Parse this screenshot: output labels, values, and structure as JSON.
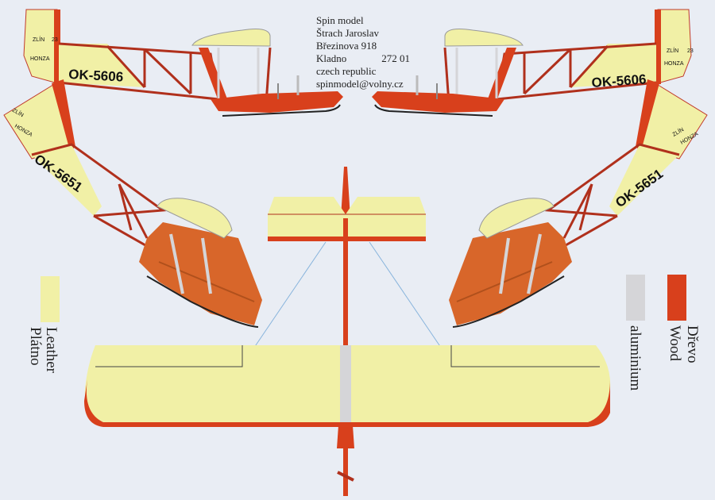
{
  "address": {
    "company": "Spin model",
    "name": "Štrach Jaroslav",
    "street": "Březinova 918",
    "city": "Kladno",
    "postcode": "272 01",
    "country": "czech republic",
    "email": "spinmodel@volny.cz"
  },
  "registrations": {
    "upper": "OK-5606",
    "lower": "OK-5651"
  },
  "tail_marking": {
    "type": "ZLÍN",
    "number": "23",
    "name": "HONZA"
  },
  "legend": {
    "leather": {
      "label_en": "Leather",
      "label_cz": "Plátno",
      "color": "#f1f0a6"
    },
    "aluminium": {
      "label_en": "aluminium",
      "color": "#d5d5d8"
    },
    "wood": {
      "label_en": "Wood",
      "label_cz": "Dřevo",
      "color": "#d8401c"
    }
  },
  "colors": {
    "background": "#e9edf4",
    "fabric": "#f1f0a6",
    "wood": "#d8401c",
    "hull": "#d8662a",
    "aluminium": "#d5d5d8",
    "wire": "#88b4dc"
  }
}
